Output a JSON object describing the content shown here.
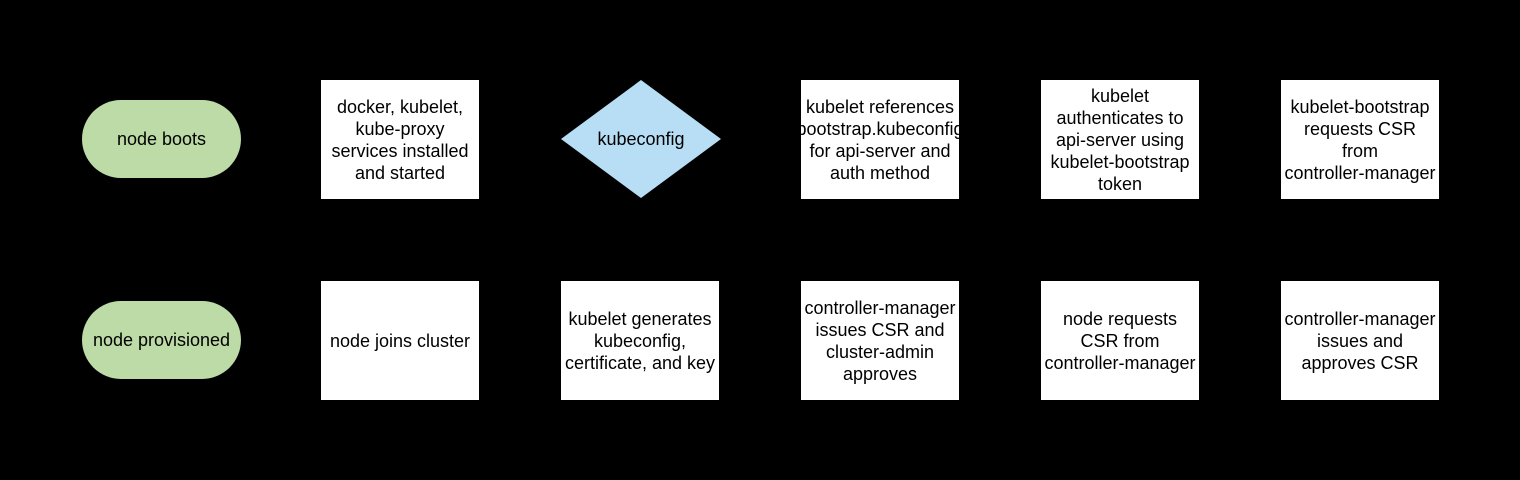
{
  "colors": {
    "background": "#000000",
    "terminal_fill": "#bcdba6",
    "process_fill": "#ffffff",
    "decision_fill": "#b8def5",
    "text": "#000000"
  },
  "flowchart": {
    "rows": [
      {
        "nodes": [
          {
            "type": "terminal",
            "lines": [
              "node boots"
            ]
          },
          {
            "type": "process",
            "lines": [
              "docker, kubelet,",
              "kube-proxy",
              "services installed",
              "and started"
            ]
          },
          {
            "type": "decision",
            "lines": [
              "kubeconfig"
            ]
          },
          {
            "type": "process",
            "lines": [
              "kubelet references",
              "bootstrap.kubeconfig",
              "for api-server and",
              "auth method"
            ]
          },
          {
            "type": "process",
            "lines": [
              "kubelet",
              "authenticates to",
              "api-server using",
              "kubelet-bootstrap",
              "token"
            ]
          },
          {
            "type": "process",
            "lines": [
              "kubelet-bootstrap",
              "requests CSR",
              "from",
              "controller-manager"
            ]
          }
        ]
      },
      {
        "nodes": [
          {
            "type": "terminal",
            "lines": [
              "node provisioned"
            ]
          },
          {
            "type": "process",
            "lines": [
              "node joins cluster"
            ]
          },
          {
            "type": "process",
            "lines": [
              "kubelet generates",
              "kubeconfig,",
              "certificate, and key"
            ]
          },
          {
            "type": "process",
            "lines": [
              "controller-manager",
              "issues CSR and",
              "cluster-admin",
              "approves"
            ]
          },
          {
            "type": "process",
            "lines": [
              "node requests",
              "CSR from",
              "controller-manager"
            ]
          },
          {
            "type": "process",
            "lines": [
              "controller-manager",
              "issues and",
              "approves CSR"
            ]
          }
        ]
      }
    ]
  }
}
